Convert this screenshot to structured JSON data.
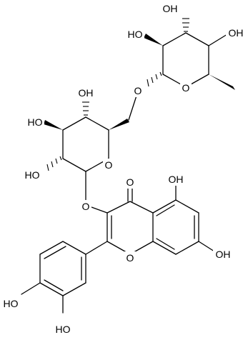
{
  "labels": {
    "oh_top": "OH",
    "ho_rha_left": "HO",
    "oh_rha_right": "OH",
    "o_link": "O",
    "o_rha_ring": "O",
    "oh_glc_top": "OH",
    "ho_glc_left": "HO",
    "o_glc_ring": "O",
    "ho_glc_lower": "HO",
    "o_glycosidic": "O",
    "o_carbonyl": "O",
    "oh_c5": "OH",
    "o_chromone": "O",
    "oh_c7": "OH",
    "ho_catechol_1": "HO",
    "ho_catechol_2": "HO"
  }
}
